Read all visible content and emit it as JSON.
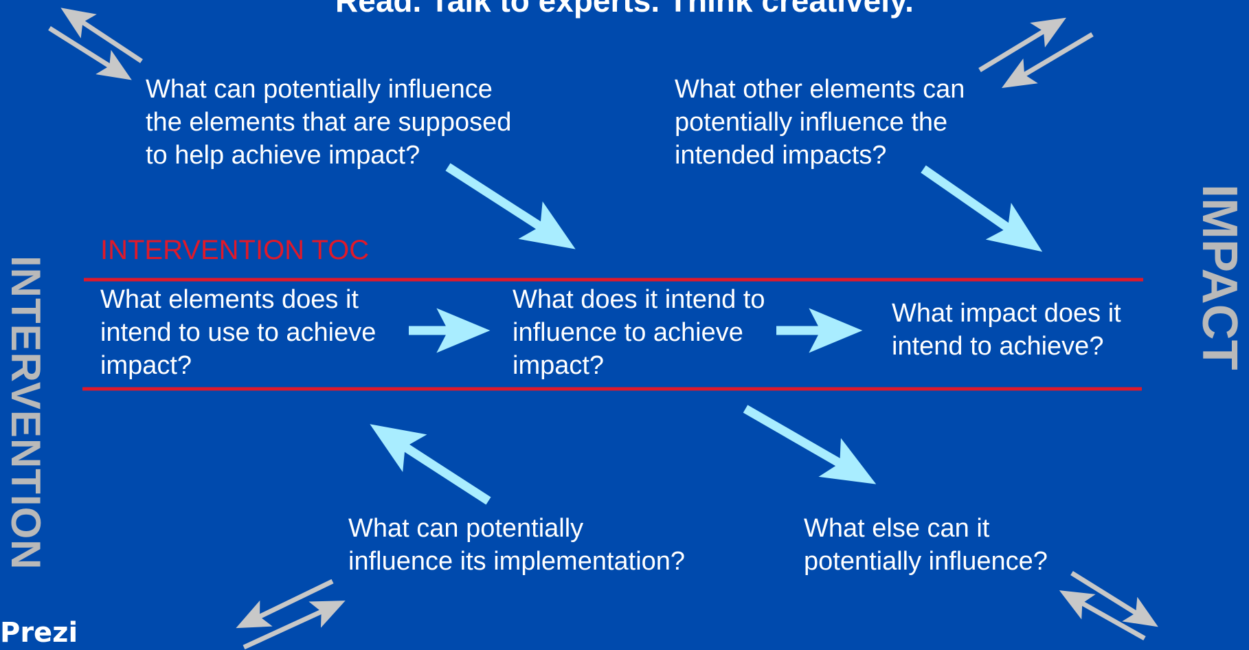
{
  "headline": "Read. Talk to experts. Think creatively.",
  "side_labels": {
    "left": "INTERVENTION",
    "right": "IMPACT"
  },
  "section_label": "INTERVENTION TOC",
  "questions": {
    "top_left": "What can potentially influence\nthe elements that are supposed\nto help achieve impact?",
    "top_right": "What other elements can\npotentially influence the\nintended impacts?",
    "middle_left": "What elements does it\nintend to use to achieve\nimpact?",
    "middle_center": "What does it intend to\ninfluence to achieve\nimpact?",
    "middle_right": "What impact does it\nintend to achieve?",
    "bottom_left": "What can potentially\ninfluence its implementation?",
    "bottom_right": "What else can it\npotentially influence?"
  },
  "logo": "Prezi",
  "colors": {
    "background": "#004aad",
    "band_lines": "#e0192a",
    "arrows_main": "#a9edff",
    "arrows_feedback": "#c8c8c8",
    "side_labels": "#b9b9b9",
    "section_label": "#e0192a"
  }
}
